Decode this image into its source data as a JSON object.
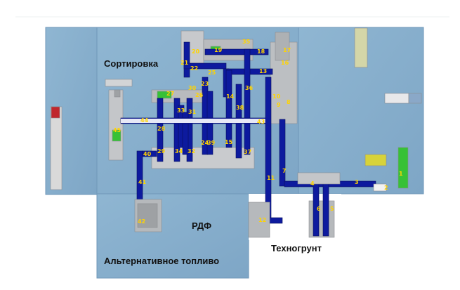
{
  "zones": {
    "sorting": "Сортировка",
    "rdf": "РДФ",
    "alt_fuel": "Альтернативное топливо",
    "techno_soil": "Техногрунт"
  },
  "numbers": [
    "1",
    "2",
    "3",
    "4",
    "5",
    "6",
    "7",
    "8",
    "9",
    "10",
    "11",
    "12",
    "13",
    "14",
    "15",
    "16",
    "17",
    "18",
    "19",
    "20",
    "21",
    "22",
    "23",
    "24",
    "25",
    "26",
    "27",
    "28",
    "29",
    "30",
    "31",
    "32",
    "33",
    "34",
    "35",
    "36",
    "37",
    "38",
    "39",
    "40",
    "41",
    "42",
    "43",
    "44",
    "45"
  ],
  "colors": {
    "floor": "#8fb3cf",
    "floor_edge": "#6f97b8",
    "conveyor": "#0d1a9e",
    "conveyor_dark": "#07105e",
    "equipment": "#c7c9cc",
    "label_number": "#ffd400",
    "green": "#37c137",
    "red": "#c0272d"
  }
}
